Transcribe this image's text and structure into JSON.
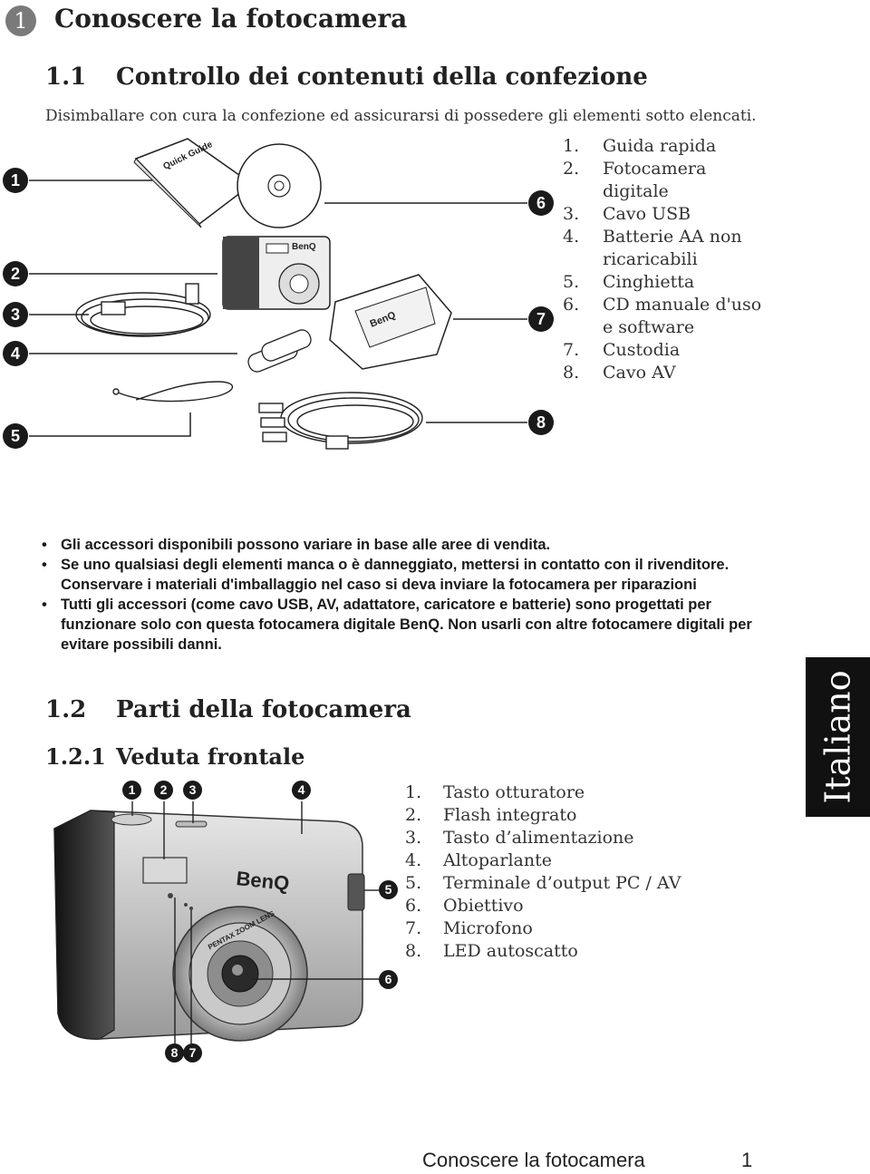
{
  "chapter": {
    "number": "1",
    "title": "Conoscere la fotocamera"
  },
  "section_1_1": {
    "number": "1.1",
    "title": "Controllo dei contenuti della confezione",
    "intro": "Disimballare con cura la confezione ed assicurarsi di possedere gli elementi sotto elencati."
  },
  "package_figure": {
    "guide_text": "Quick Guide",
    "camera_brand": "BenQ",
    "case_brand": "BenQ",
    "callouts": [
      "1",
      "2",
      "3",
      "4",
      "5",
      "6",
      "7",
      "8"
    ]
  },
  "contents_list": [
    {
      "n": "1.",
      "text": "Guida rapida"
    },
    {
      "n": "2.",
      "text": "Fotocamera digitale"
    },
    {
      "n": "3.",
      "text": "Cavo USB"
    },
    {
      "n": "4.",
      "text": "Batterie AA non ricaricabili"
    },
    {
      "n": "5.",
      "text": "Cinghietta"
    },
    {
      "n": "6.",
      "text": "CD manuale d'uso e software"
    },
    {
      "n": "7.",
      "text": "Custodia"
    },
    {
      "n": "8.",
      "text": "Cavo AV"
    }
  ],
  "notes": [
    "Gli accessori disponibili possono variare in base alle aree di vendita.",
    "Se uno qualsiasi degli elementi manca o è danneggiato, mettersi in contatto con il rivenditore. Conservare i materiali d'imballaggio nel caso si deva inviare la fotocamera per riparazioni",
    "Tutti gli accessori (come cavo USB, AV, adattatore, caricatore e batterie) sono progettati per funzionare solo con questa fotocamera digitale BenQ. Non usarli con altre fotocamere digitali per evitare possibili danni."
  ],
  "side_tab": "Italiano",
  "section_1_2": {
    "number": "1.2",
    "title": "Parti della fotocamera"
  },
  "section_1_2_1": {
    "number": "1.2.1",
    "title": "Veduta frontale"
  },
  "front_figure": {
    "brand": "BenQ",
    "lens_text": "PENTAX ZOOM LENS",
    "callouts": [
      "1",
      "2",
      "3",
      "4",
      "5",
      "6",
      "8",
      "7"
    ]
  },
  "parts_list": [
    {
      "n": "1.",
      "text": "Tasto otturatore"
    },
    {
      "n": "2.",
      "text": "Flash integrato"
    },
    {
      "n": "3.",
      "text": "Tasto d’alimentazione"
    },
    {
      "n": "4.",
      "text": "Altoparlante"
    },
    {
      "n": "5.",
      "text": "Terminale d’output PC / AV"
    },
    {
      "n": "6.",
      "text": "Obiettivo"
    },
    {
      "n": "7.",
      "text": "Microfono"
    },
    {
      "n": "8.",
      "text": "LED autoscatto"
    }
  ],
  "footer": {
    "title": "Conoscere la fotocamera",
    "page": "1"
  }
}
